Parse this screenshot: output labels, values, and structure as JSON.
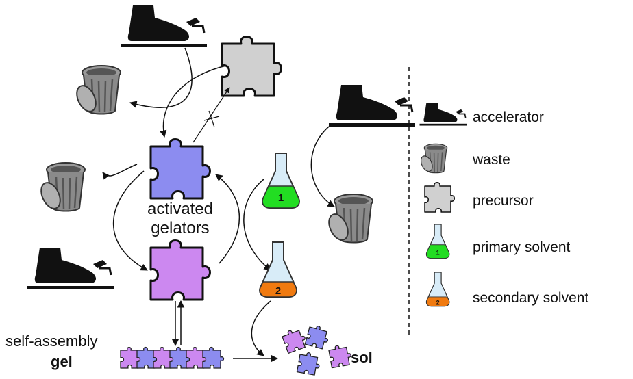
{
  "diagram": {
    "center_label_line1": "activated",
    "center_label_line2": "gelators",
    "self_assembly_label": "self-assembly",
    "gel_label": "gel",
    "sol_label": "sol",
    "flask_primary_number": "1",
    "flask_secondary_number": "2"
  },
  "legend": {
    "accelerator": "accelerator",
    "waste": "waste",
    "precursor": "precursor",
    "primary_solvent": "primary solvent",
    "secondary_solvent": "secondary solvent"
  },
  "colors": {
    "precursor": "#d0d0d0",
    "activated_blue": "#8c8cf0",
    "activated_violet": "#cc88f0",
    "primary_solvent": "#22dd22",
    "secondary_solvent": "#f07a10",
    "flask_glass": "#d8ecf8"
  }
}
